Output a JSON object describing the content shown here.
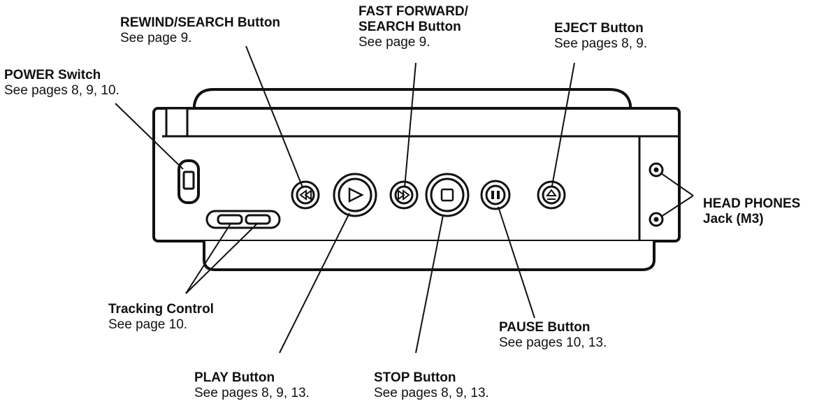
{
  "labels": {
    "rewind": {
      "title": "REWIND/SEARCH Button",
      "ref": "See page 9."
    },
    "fast_forward": {
      "title_line1": "FAST FORWARD/",
      "title_line2": "SEARCH Button",
      "ref": "See page 9."
    },
    "eject": {
      "title": "EJECT Button",
      "ref": "See pages 8, 9."
    },
    "power": {
      "title": "POWER Switch",
      "ref": "See pages 8, 9, 10."
    },
    "headphones": {
      "title_line1": "HEAD PHONES",
      "title_line2": "Jack (M3)"
    },
    "tracking": {
      "title": "Tracking Control",
      "ref": "See page 10."
    },
    "pause": {
      "title": "PAUSE Button",
      "ref": "See pages 10, 13."
    },
    "play": {
      "title": "PLAY Button",
      "ref": "See pages 8, 9, 13."
    },
    "stop": {
      "title": "STOP Button",
      "ref": "See pages 8, 9, 13."
    }
  }
}
